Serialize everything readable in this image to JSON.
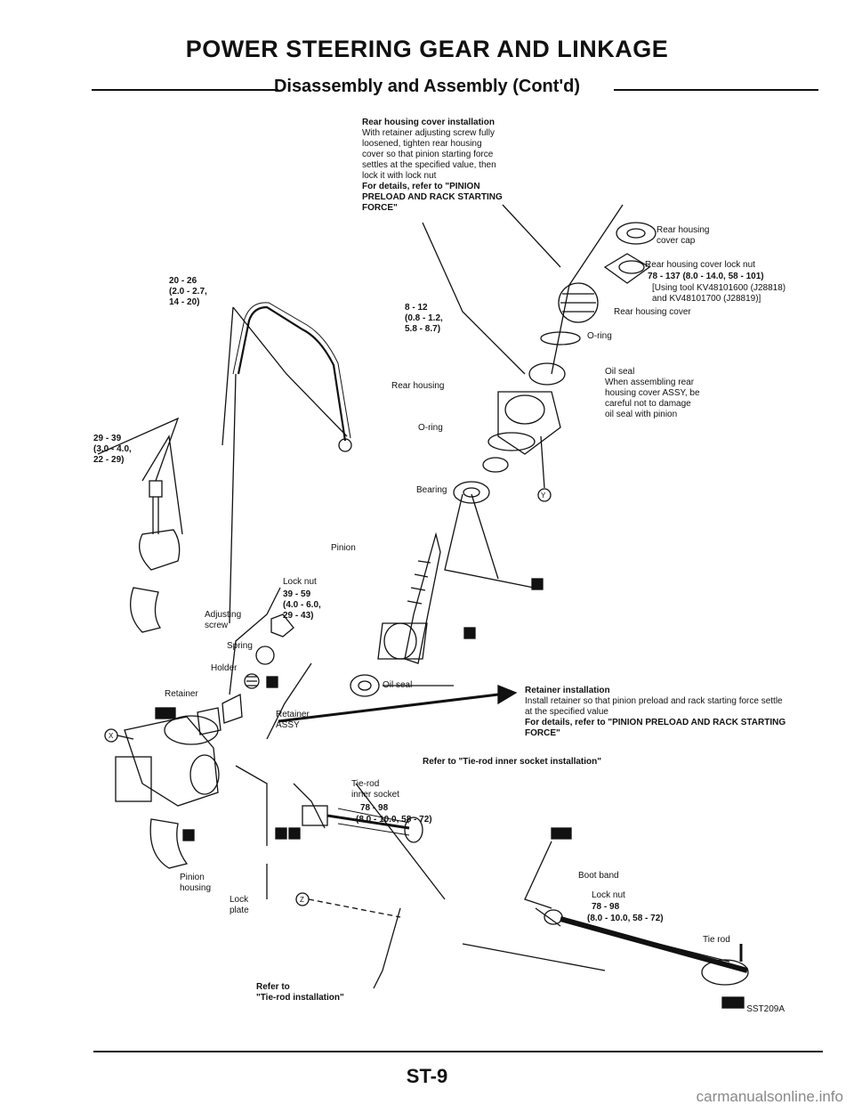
{
  "header": {
    "title": "POWER STEERING GEAR AND LINKAGE",
    "subtitle": "Disassembly and Assembly (Cont'd)"
  },
  "labels": {
    "rear_cover_install": {
      "heading": "Rear housing cover installation",
      "bullet": "With retainer adjusting screw fully loosened, tighten rear housing cover so that pinion starting force settles at the specified value, then lock it with lock nut",
      "refer": "For details, refer to \"PINION PRELOAD AND RACK STARTING FORCE\""
    },
    "torque_20_26": [
      "20 - 26",
      "(2.0 - 2.7,",
      "14 - 20)"
    ],
    "torque_8_12": [
      "8 - 12",
      "(0.8 - 1.2,",
      "5.8 - 8.7)"
    ],
    "torque_29_39": [
      "29 - 39",
      "(3.0 - 4.0,",
      "22 - 29)"
    ],
    "rear_housing_cover_cap": [
      "Rear housing",
      "cover cap"
    ],
    "rear_housing_cover_lock_nut": "Rear housing cover lock nut",
    "torque_78_137": "78 - 137 (8.0 - 14.0, 58 - 101)",
    "tool_1": "[Using tool KV48101600 (J28818)",
    "tool_2": "and KV48101700 (J28819)]",
    "rear_housing_cover": "Rear housing cover",
    "o_ring_1": "O-ring",
    "oil_seal_1": "Oil seal",
    "oil_seal_note": [
      "When assembling rear",
      "housing cover ASSY, be",
      "careful not to damage",
      "oil seal with pinion"
    ],
    "rear_housing": "Rear housing",
    "o_ring_2": "O-ring",
    "bearing": "Bearing",
    "callout_y": "Y",
    "callout_x": "X",
    "callout_z": "Z",
    "pinion": "Pinion",
    "lock_nut": "Lock nut",
    "torque_39_59": [
      "39 - 59",
      "(4.0 - 6.0,",
      "29 - 43)"
    ],
    "adjusting_screw": [
      "Adjusting",
      "screw"
    ],
    "spring": "Spring",
    "holder": "Holder",
    "retainer": "Retainer",
    "retainer_assy": [
      "Retainer",
      "ASSY"
    ],
    "oil_seal_2": "Oil seal",
    "retainer_install": {
      "heading": "Retainer installation",
      "bullet": "Install retainer so that pinion preload and rack starting force settle at the specified value",
      "refer": "For details, refer to \"PINION PRELOAD AND RACK STARTING FORCE\""
    },
    "refer_inner_socket": "Refer to \"Tie-rod inner socket installation\"",
    "tie_rod_inner_socket": [
      "Tie-rod",
      "inner socket"
    ],
    "torque_78_98_a": "78 - 98",
    "torque_78_98_a_sub": "(8.0 - 10.0, 58 - 72)",
    "boot_band": "Boot band",
    "lock_nut_2": "Lock nut",
    "torque_78_98_b": "78 - 98",
    "torque_78_98_b_sub": "(8.0 - 10.0, 58 - 72)",
    "tie_rod": "Tie rod",
    "pinion_housing": [
      "Pinion",
      "housing"
    ],
    "lock_plate": [
      "Lock",
      "plate"
    ],
    "refer_tie_rod": [
      "Refer to",
      "\"Tie-rod installation\""
    ],
    "figure_code": "SST209A"
  },
  "footer": {
    "page": "ST-9",
    "watermark": "carmanualsonline.info"
  }
}
